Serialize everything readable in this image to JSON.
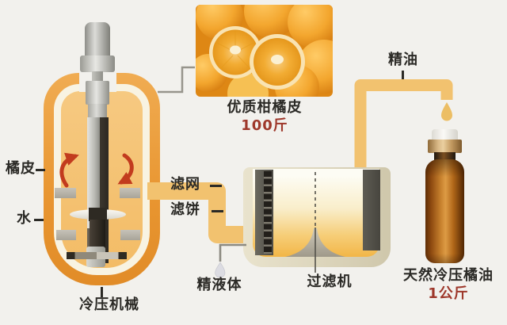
{
  "press": {
    "machine_label": "冷压机械",
    "peel_label": "橘皮",
    "water_label": "水"
  },
  "source": {
    "caption": "优质柑橘皮",
    "quantity": "100斤"
  },
  "filter": {
    "machine_label": "过滤机",
    "mesh_label": "滤网",
    "cake_label": "滤饼",
    "byproduct_label": "精液体"
  },
  "output": {
    "oil_label": "精油",
    "product_name": "天然冷压橘油",
    "quantity": "1公斤"
  },
  "colors": {
    "background": "#F2F1ED",
    "vessel_orange": "#E89530",
    "vessel_inner": "#F5C477",
    "pipe_gold": "#F2C26F",
    "tank_beige": "#DDD6BD",
    "panel_gray": "#4E4C45",
    "arrow_red": "#C23B1E",
    "accent_red": "#9E382B",
    "text_black": "#2B2A26",
    "bottle_amber": "#8E4A10"
  }
}
